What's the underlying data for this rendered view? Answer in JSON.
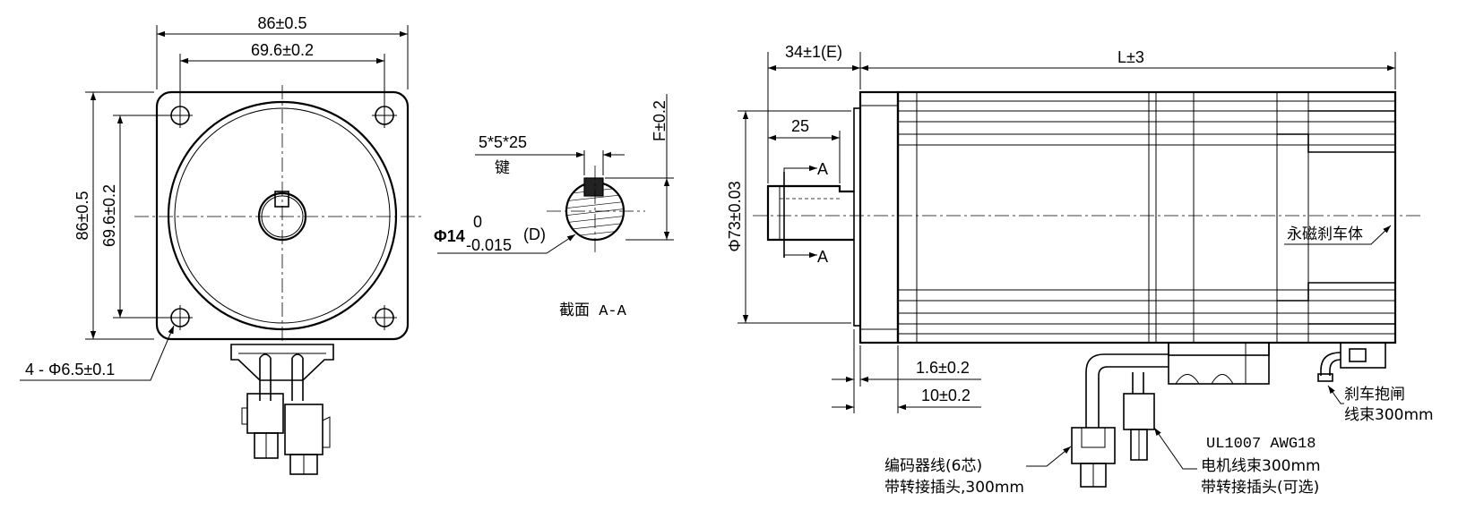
{
  "front_view": {
    "dim_overall_width": "86±0.5",
    "dim_hole_spacing_width": "69.6±0.2",
    "dim_overall_height": "86±0.5",
    "dim_hole_spacing_height": "69.6±0.2",
    "dim_mount_holes": "4 - Φ6.5±0.1"
  },
  "section_view": {
    "key_size": "5*5*25",
    "key_label": "键",
    "dim_key_height": "F±0.2",
    "shaft_dia_prefix": "Φ14",
    "shaft_tol_upper": "0",
    "shaft_tol_lower": "-0.015",
    "shaft_dia_suffix": "(D)",
    "section_caption": "截面  A-A"
  },
  "side_view": {
    "dim_shaft_extension": "34±1(E)",
    "dim_body_length": "L±3",
    "dim_key_length": "25",
    "dim_pilot_dia": "Φ73±0.03",
    "section_marker_top": "A",
    "section_marker_bottom": "A",
    "dim_pilot_depth": "1.6±0.2",
    "dim_flange_thickness": "10±0.2",
    "brake_body_label": "永磁刹车体",
    "brake_cable_line1": "刹车抱闸",
    "brake_cable_line2": "线束300mm",
    "encoder_line1": "编码器线(6芯)",
    "encoder_line2": "带转接插头,300mm",
    "motor_line0": "UL1007  AWG18",
    "motor_line1": "电机线束300mm",
    "motor_line2": "带转接插头(可选)"
  }
}
